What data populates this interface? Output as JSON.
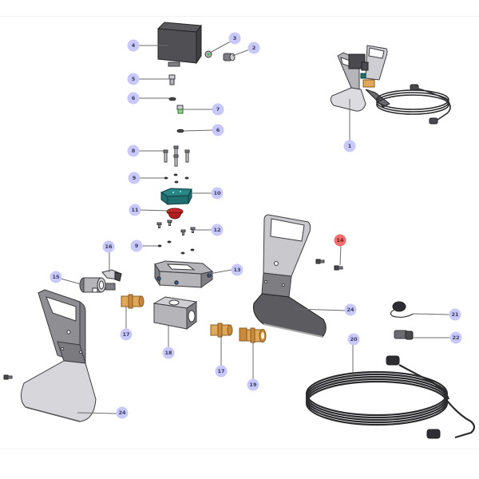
{
  "diagram": {
    "type": "exploded-parts-diagram",
    "background_color": "#ffffff",
    "callout_color": "#c8c8fa",
    "highlight_callout_color": "#f26d6d",
    "callouts": [
      {
        "id": "c1",
        "label": "1",
        "part": "complete-assembly"
      },
      {
        "id": "c2",
        "label": "2",
        "part": "fitting"
      },
      {
        "id": "c3",
        "label": "3",
        "part": "nut"
      },
      {
        "id": "c4",
        "label": "4",
        "part": "control-box-housing"
      },
      {
        "id": "c5",
        "label": "5",
        "part": "connector-fitting"
      },
      {
        "id": "c6a",
        "label": "6",
        "part": "o-ring-upper"
      },
      {
        "id": "c7",
        "label": "7",
        "part": "valve-plug"
      },
      {
        "id": "c6b",
        "label": "6",
        "part": "o-ring-lower"
      },
      {
        "id": "c8",
        "label": "8",
        "part": "bolts"
      },
      {
        "id": "c9a",
        "label": "9",
        "part": "washers-upper"
      },
      {
        "id": "c10",
        "label": "10",
        "part": "manifold-block"
      },
      {
        "id": "c11",
        "label": "11",
        "part": "seal-cap"
      },
      {
        "id": "c12",
        "label": "12",
        "part": "screws"
      },
      {
        "id": "c9b",
        "label": "9",
        "part": "washers-lower"
      },
      {
        "id": "c13",
        "label": "13",
        "part": "mounting-bracket"
      },
      {
        "id": "c14",
        "label": "14",
        "part": "set-screws",
        "highlighted": true
      },
      {
        "id": "c15",
        "label": "15",
        "part": "quick-coupler"
      },
      {
        "id": "c16",
        "label": "16",
        "part": "clip"
      },
      {
        "id": "c17a",
        "label": "17",
        "part": "brass-nipple-left"
      },
      {
        "id": "c18",
        "label": "18",
        "part": "distribution-block"
      },
      {
        "id": "c17b",
        "label": "17",
        "part": "brass-nipple-right"
      },
      {
        "id": "c19",
        "label": "19",
        "part": "brass-adapter"
      },
      {
        "id": "c20",
        "label": "20",
        "part": "cable"
      },
      {
        "id": "c21",
        "label": "21",
        "part": "dust-cap"
      },
      {
        "id": "c22",
        "label": "22",
        "part": "cable-connector"
      },
      {
        "id": "c24a",
        "label": "24",
        "part": "stand-plate-right"
      },
      {
        "id": "c24b",
        "label": "24",
        "part": "stand-plate-left"
      }
    ]
  }
}
